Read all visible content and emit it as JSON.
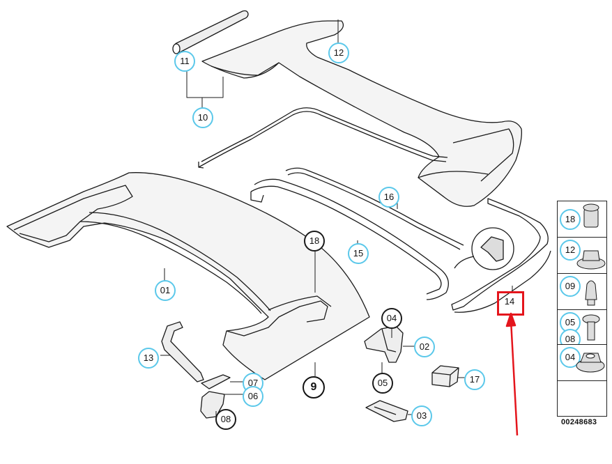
{
  "diagram": {
    "id_label": "00248683",
    "main_label": "9",
    "callouts": [
      "01",
      "02",
      "03",
      "04",
      "05",
      "06",
      "07",
      "08",
      "10",
      "11",
      "12",
      "13",
      "14",
      "15",
      "16",
      "17",
      "18"
    ],
    "c01": "01",
    "c02": "02",
    "c03": "03",
    "c04": "04",
    "c05": "05",
    "c06": "06",
    "c07": "07",
    "c08": "08",
    "c10": "10",
    "c11": "11",
    "c12": "12",
    "c13": "13",
    "c14": "14",
    "c15": "15",
    "c16": "16",
    "c17": "17",
    "c18": "18",
    "highlighted": "14",
    "legend": [
      {
        "label": "18",
        "part": "rivet-nut"
      },
      {
        "label": "12",
        "part": "hex-nut-flange"
      },
      {
        "label": "09",
        "part": "rubber-buffer"
      },
      {
        "label": "05",
        "part": "torx-screw"
      },
      {
        "label": "08",
        "part": "torx-screw"
      },
      {
        "label": "04",
        "part": "hex-nut-washer"
      }
    ],
    "l18": "18",
    "l12": "12",
    "l09": "09",
    "l05": "05",
    "l08": "08",
    "l04": "04"
  },
  "colors": {
    "callout_border": "#5bc8ea",
    "highlight": "#e4151c",
    "line": "#1a1a1a"
  },
  "icons": [
    "arrow-icon"
  ]
}
